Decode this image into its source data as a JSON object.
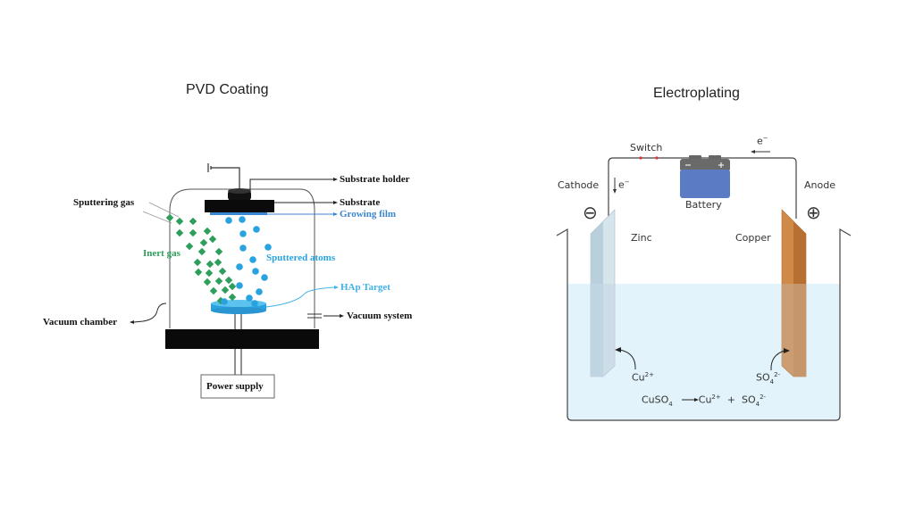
{
  "pvd": {
    "title": "PVD Coating",
    "labels": {
      "substrate_holder": "Substrate holder",
      "substrate": "Substrate",
      "growing_film": "Growing film",
      "sputtering_gas": "Sputtering gas",
      "inert_gas": "Inert gas",
      "sputtered_atoms": "Sputtered atoms",
      "hap_target": "HAp Target",
      "vacuum_chamber": "Vacuum chamber",
      "vacuum_system": "Vacuum system",
      "power_supply": "Power supply"
    },
    "colors": {
      "inert_gas": "#2e9e5b",
      "sputtered_atoms": "#29a3e0",
      "film": "#3a86d1",
      "target": "#3fb2e6"
    }
  },
  "electroplating": {
    "title": "Electroplating",
    "labels": {
      "switch": "Switch",
      "battery": "Battery",
      "battery_minus": "−",
      "battery_plus": "+",
      "cathode": "Cathode",
      "anode": "Anode",
      "electron": "e",
      "electron_sup": "−",
      "zinc": "Zinc",
      "copper": "Copper",
      "cu_ion": "Cu",
      "cu_ion_sup": "2+",
      "so4_ion": "SO",
      "so4_sub": "4",
      "so4_sup": "2-",
      "eq_left": "CuSO",
      "eq_left_sub": "4",
      "eq_cu": "Cu",
      "eq_cu_sup": "2+",
      "eq_plus": "+",
      "eq_so": "SO",
      "eq_so_sub": "4",
      "eq_so_sup": "2-",
      "cathode_sign": "⊖",
      "anode_sign": "⊕"
    },
    "colors": {
      "solution": "#e3f3fb",
      "zinc": "#c9dbe6",
      "copper": "#c98a52",
      "battery": "#5b7cc4"
    }
  }
}
